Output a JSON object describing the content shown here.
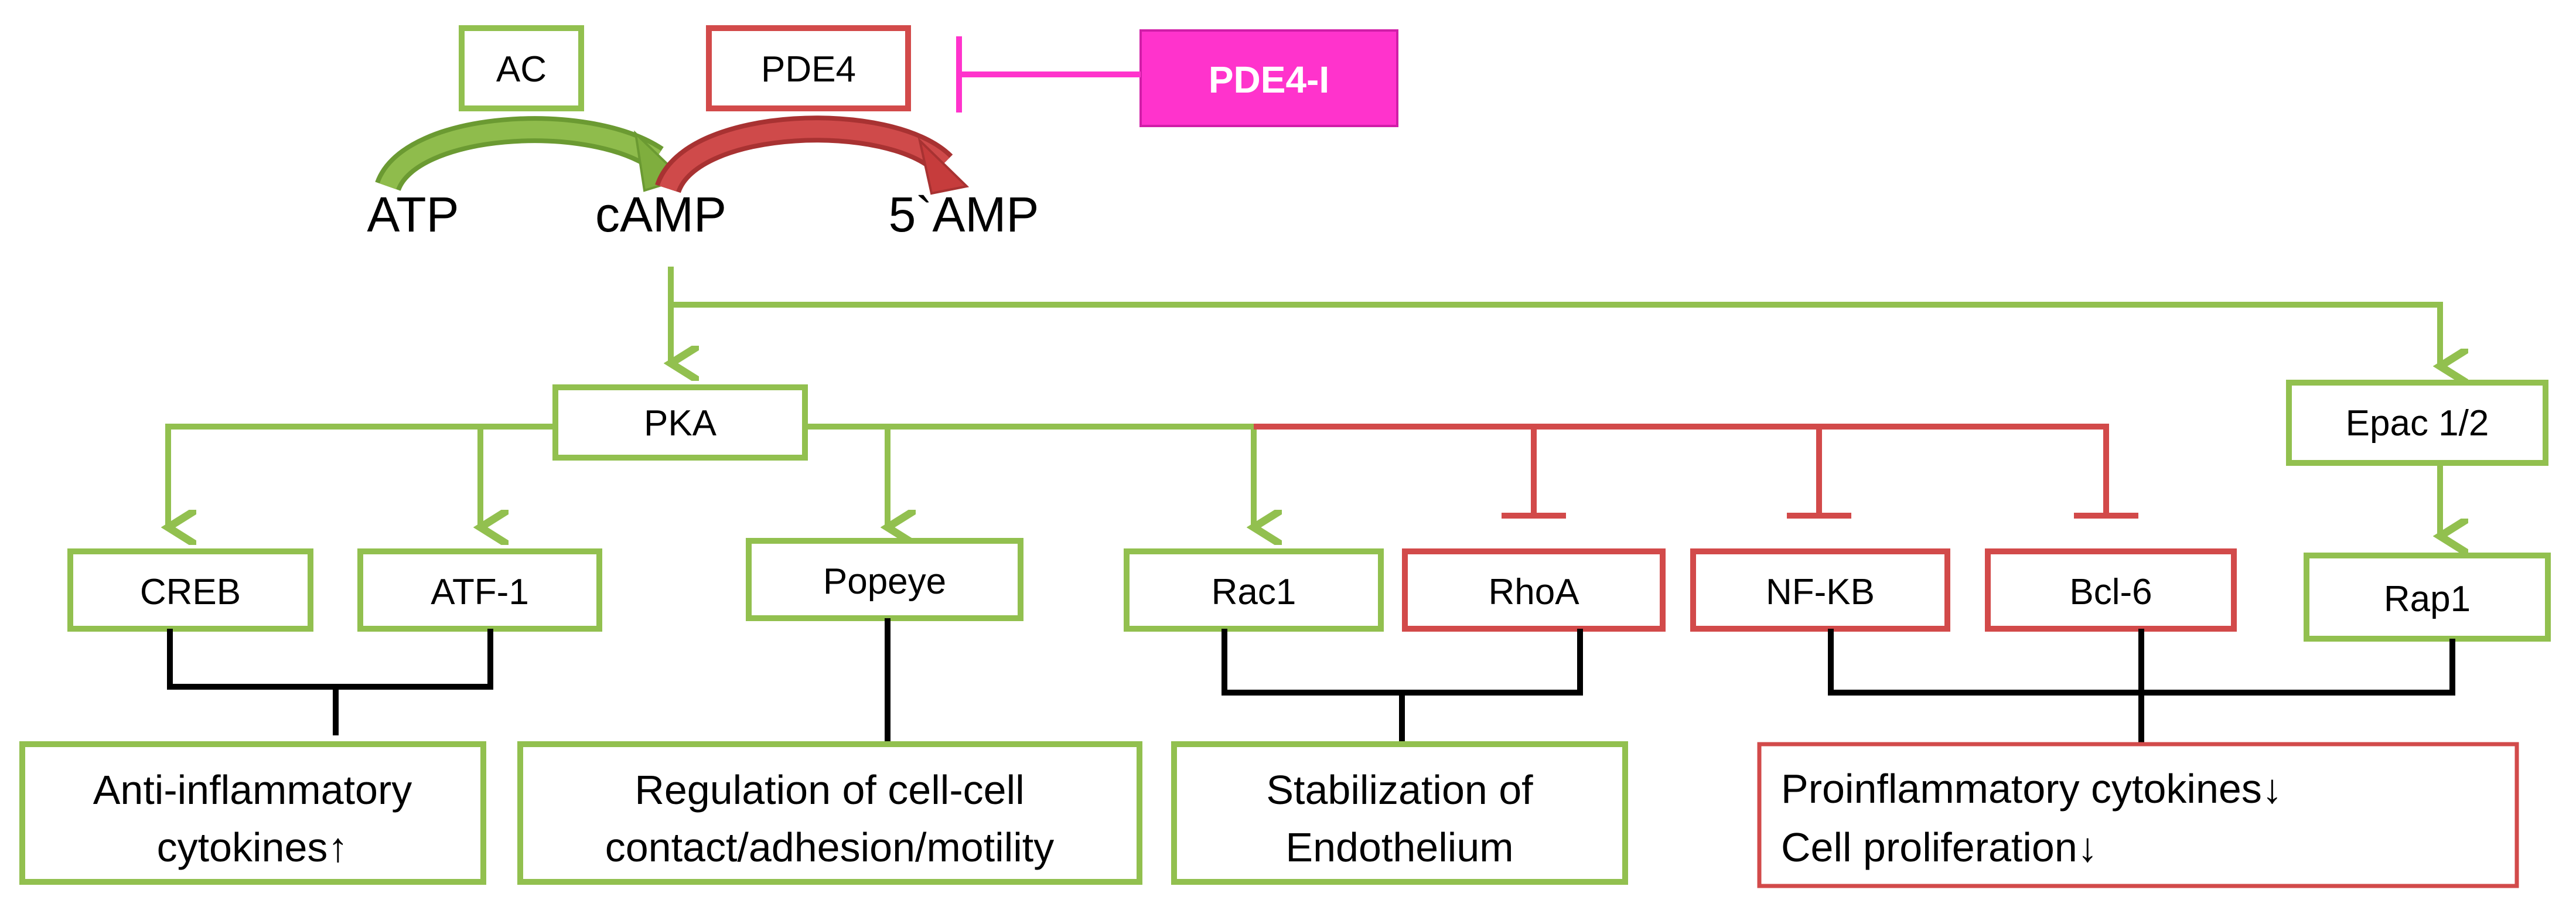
{
  "enzymes": {
    "ac": "AC",
    "pde4": "PDE4",
    "pde4_inhibitor": "PDE4-I"
  },
  "molecules": {
    "atp": "ATP",
    "camp": "cAMP",
    "amp": "5`AMP"
  },
  "effectors": {
    "pka": "PKA",
    "epac": "Epac 1/2",
    "creb": "CREB",
    "atf1": "ATF-1",
    "popeye": "Popeye",
    "rac1": "Rac1",
    "rhoa": "RhoA",
    "nfkb": "NF-KB",
    "bcl6": "Bcl-6",
    "rap1": "Rap1"
  },
  "outcomes": {
    "anti_inflammatory": [
      "Anti-inflammatory",
      "cytokines↑"
    ],
    "cell_contact": [
      "Regulation of cell-cell",
      "contact/adhesion/motility"
    ],
    "endothelium": [
      "Stabilization of",
      "Endothelium"
    ],
    "proinflammatory": [
      "Proinflammatory cytokines↓",
      "Cell proliferation↓"
    ]
  },
  "colors": {
    "activation": "#92c04f",
    "inhibition": "#d24a4a",
    "drug": "#ff33cc",
    "connector": "#000000"
  }
}
